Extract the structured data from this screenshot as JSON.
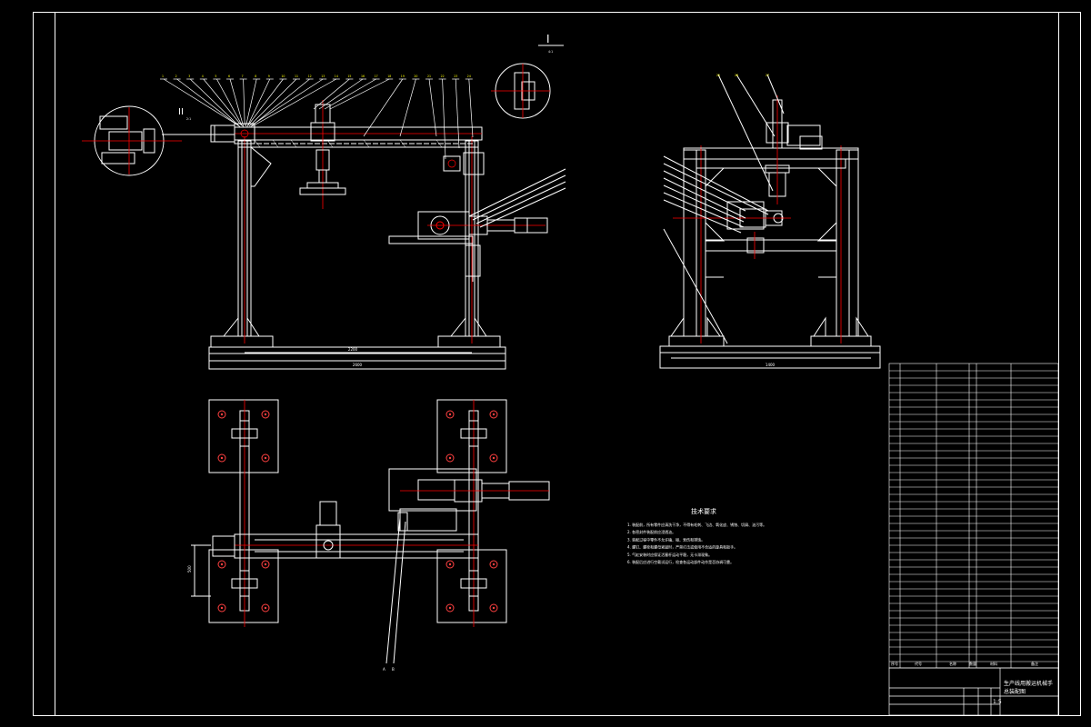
{
  "window": {
    "background": "#000000"
  },
  "colors": {
    "line": "#ffffff",
    "center": "#ff0000",
    "accent": "#ffff00",
    "dim": "#cfcfcf"
  },
  "front_view": {
    "callouts": [
      "1",
      "2",
      "3",
      "4",
      "5",
      "6",
      "7",
      "8",
      "9",
      "10",
      "11",
      "12",
      "13",
      "14",
      "15",
      "16",
      "17",
      "18",
      "19",
      "20",
      "21",
      "22",
      "23",
      "24"
    ],
    "detail_label": "II",
    "detail_scale": "2:1",
    "dim_inner": "2200",
    "dim_total": "2600"
  },
  "top_detail": {
    "label": "I",
    "scale": "4:1"
  },
  "side_view": {
    "callouts": [
      "25",
      "26",
      "27"
    ],
    "dim_total": "1400"
  },
  "plan_view": {
    "dim_side": "500",
    "label_a": "A",
    "label_b": "B"
  },
  "tech_requirements": {
    "title": "技术要求",
    "items": [
      "1. 装配前，所有零件应清洗干净，不得有毛刺、飞边、氧化皮、锈蚀、切屑、油污等。",
      "2. 各密封件装配前应浸透油。",
      "3. 装配过程中零件不允许磕、碰、划伤和锈蚀。",
      "4. 螺钉、螺栓和螺母紧固时，严禁打击或使用不合适的旋具和扳手。",
      "5. 气缸安装时应保证活塞杆运动平稳，无卡滞现象。",
      "6. 装配后应进行空载试运行，检查各运动部件动作是否协调可靠。"
    ]
  },
  "title_block": {
    "title_line1": "生产线用搬运机械手",
    "title_line2": "总装配图",
    "scale": "1:5",
    "header": [
      "序号",
      "代号",
      "名称",
      "数量",
      "材料",
      "备注"
    ]
  }
}
